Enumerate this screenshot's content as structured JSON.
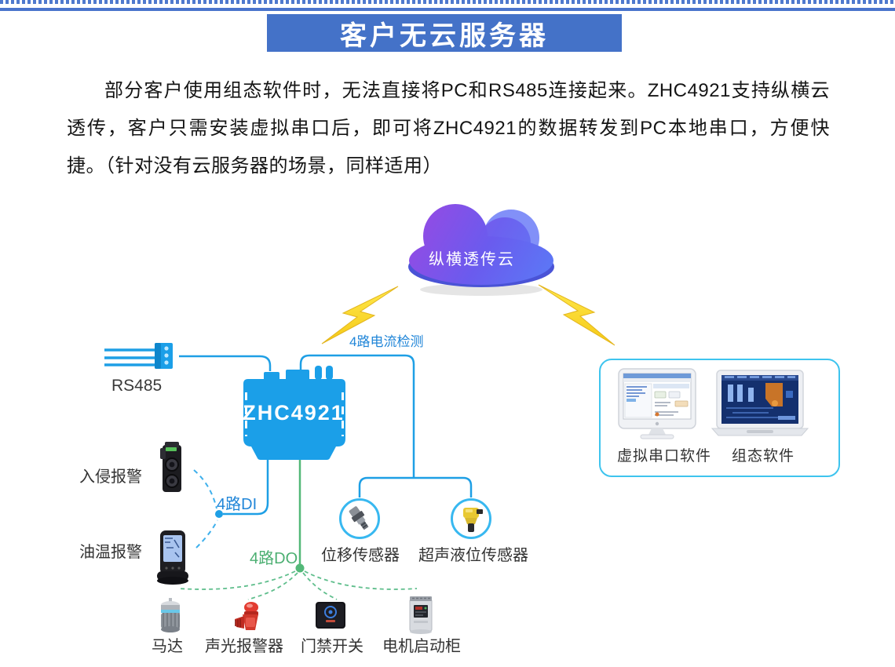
{
  "page": {
    "title": "客户无云服务器",
    "intro": "部分客户使用组态软件时，无法直接将PC和RS485连接起来。ZHC4921支持纵横云透传，客户只需安装虚拟串口后，即可将ZHC4921的数据转发到PC本地串口，方便快捷。（针对没有云服务器的场景，同样适用）"
  },
  "cloud": {
    "label": "纵横透传云",
    "icon": "cloud-icon"
  },
  "gateway": {
    "label": "ZHC4921",
    "icon": "gateway-device-icon"
  },
  "connections": {
    "rs485": "RS485",
    "current": "4路电流检测",
    "di": "4路DI",
    "do": "4路DO"
  },
  "di_devices": [
    {
      "label": "入侵报警",
      "icon": "infrared-beam-sensor-icon"
    },
    {
      "label": "油温报警",
      "icon": "oil-temperature-monitor-icon"
    }
  ],
  "analog_sensors": [
    {
      "label": "位移传感器",
      "icon": "displacement-sensor-icon"
    },
    {
      "label": "超声液位传感器",
      "icon": "ultrasonic-level-sensor-icon"
    }
  ],
  "do_devices": [
    {
      "label": "马达",
      "icon": "motor-icon"
    },
    {
      "label": "声光报警器",
      "icon": "siren-icon"
    },
    {
      "label": "门禁开关",
      "icon": "door-access-switch-icon"
    },
    {
      "label": "电机启动柜",
      "icon": "motor-starter-cabinet-icon"
    }
  ],
  "pc_software": [
    {
      "label": "虚拟串口软件",
      "icon": "desktop-pc-icon"
    },
    {
      "label": "组态软件",
      "icon": "laptop-icon"
    }
  ],
  "colors": {
    "banner_blue": "#4472c8",
    "device_blue": "#1b9fe8",
    "line_blue": "#1e9fe5",
    "label_blue": "#2186d8",
    "do_green": "#4caf72",
    "cloud_purple": "#9b48e2",
    "cloud_blue": "#5b79f6",
    "lightning_yellow": "#ffe137"
  }
}
